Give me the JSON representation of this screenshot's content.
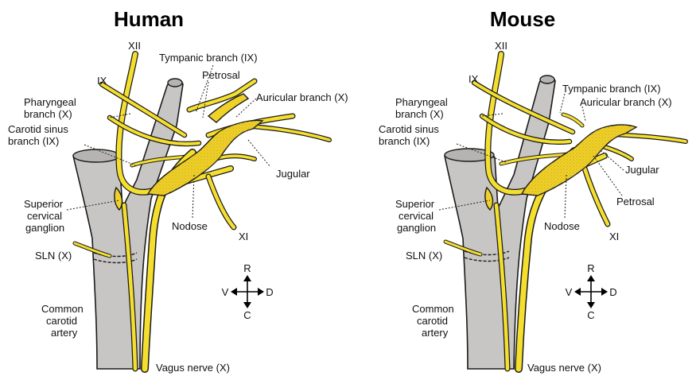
{
  "panels": {
    "human": {
      "title": "Human",
      "labels": {
        "xii": "XII",
        "ix": "IX",
        "tympanic": "Tympanic branch (IX)",
        "petrosal": "Petrosal",
        "auricular": "Auricular branch (X)",
        "pharyngeal_1": "Pharyngeal",
        "pharyngeal_2": "branch (X)",
        "carotid_sinus_1": "Carotid sinus",
        "carotid_sinus_2": "branch (IX)",
        "jugular": "Jugular",
        "superior_1": "Superior",
        "superior_2": "cervical",
        "superior_3": "ganglion",
        "nodose": "Nodose",
        "xi": "XI",
        "sln": "SLN (X)",
        "common_1": "Common",
        "common_2": "carotid",
        "common_3": "artery",
        "vagus": "Vagus nerve (X)"
      },
      "compass": {
        "r": "R",
        "v": "V",
        "d": "D",
        "c": "C"
      }
    },
    "mouse": {
      "title": "Mouse",
      "labels": {
        "xii": "XII",
        "ix": "IX",
        "tympanic": "Tympanic branch (IX)",
        "auricular": "Auricular branch (X)",
        "pharyngeal_1": "Pharyngeal",
        "pharyngeal_2": "branch (X)",
        "carotid_sinus_1": "Carotid sinus",
        "carotid_sinus_2": "branch (IX)",
        "jugular": "Jugular",
        "petrosal": "Petrosal",
        "superior_1": "Superior",
        "superior_2": "cervical",
        "superior_3": "ganglion",
        "nodose": "Nodose",
        "xi": "XI",
        "sln": "SLN (X)",
        "common_1": "Common",
        "common_2": "carotid",
        "common_3": "artery",
        "vagus": "Vagus nerve (X)"
      },
      "compass": {
        "r": "R",
        "v": "V",
        "d": "D",
        "c": "C"
      }
    }
  },
  "colors": {
    "nerve": "#f5df2e",
    "ganglion": "#f0d12a",
    "artery": "#c7c6c4",
    "outline": "#1a1a1a"
  }
}
